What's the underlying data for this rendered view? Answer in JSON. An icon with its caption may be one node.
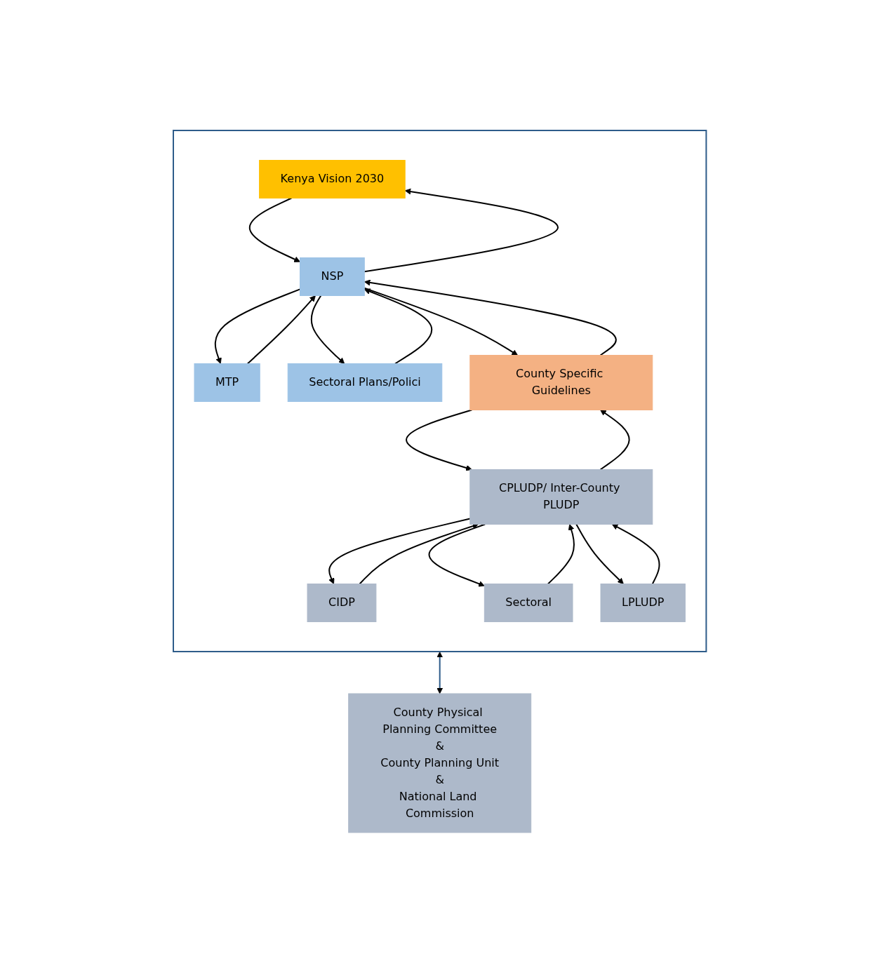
{
  "diagram": {
    "nodes": [
      {
        "text": [],
        "shape": "box"
      },
      {
        "text": [
          "Kenya Vision 2030"
        ],
        "in": 0
      },
      {
        "text": [
          "MTP"
        ],
        "in": 0
      },
      {
        "text": [
          "NSP"
        ],
        "in": 0
      },
      {
        "text": [
          "Sectoral Plans/Polici"
        ],
        "in": 0
      },
      {
        "text": [
          "County Specific Guidelines"
        ],
        "in": 0
      },
      {
        "text": [
          "CIDP"
        ],
        "in": 0
      },
      {
        "text": [
          "CPLUDP/ Inter-County PLUDP"
        ],
        "in": 0
      },
      {
        "text": [
          "Sectoral"
        ],
        "in": 0
      },
      {
        "text": [
          "LPLUDP"
        ],
        "in": 0
      },
      {
        "text": [
          "County Physical Planning Committee",
          "&",
          "County Planning Unit",
          "&",
          "National Land Commission"
        ]
      }
    ],
    "edges": [
      {
        "from": 3,
        "to": 1,
        "arrow": "to"
      },
      {
        "from": 1,
        "to": 3,
        "arrow": "to"
      },
      {
        "from": 2,
        "to": 3,
        "arrow": "to"
      },
      {
        "from": 3,
        "to": 2,
        "arrow": "to"
      },
      {
        "from": 4,
        "to": 3,
        "arrow": "to"
      },
      {
        "from": 3,
        "to": 4,
        "arrow": "to"
      },
      {
        "from": 5,
        "to": 3,
        "arrow": "to"
      },
      {
        "from": 3,
        "to": 5,
        "arrow": "to"
      },
      {
        "from": 5,
        "to": 7,
        "arrow": "to"
      },
      {
        "from": 7,
        "to": 5,
        "arrow": "to"
      },
      {
        "from": 7,
        "to": 6,
        "arrow": "to"
      },
      {
        "from": 6,
        "to": 7,
        "arrow": "to"
      },
      {
        "from": 7,
        "to": 8,
        "arrow": "to"
      },
      {
        "from": 8,
        "to": 7,
        "arrow": "to"
      },
      {
        "from": 7,
        "to": 9,
        "arrow": "to"
      },
      {
        "from": 9,
        "to": 7,
        "arrow": "to"
      },
      {
        "from": 0,
        "to": 10,
        "arrow": "both",
        "color": "#2e5c8a"
      }
    ]
  }
}
